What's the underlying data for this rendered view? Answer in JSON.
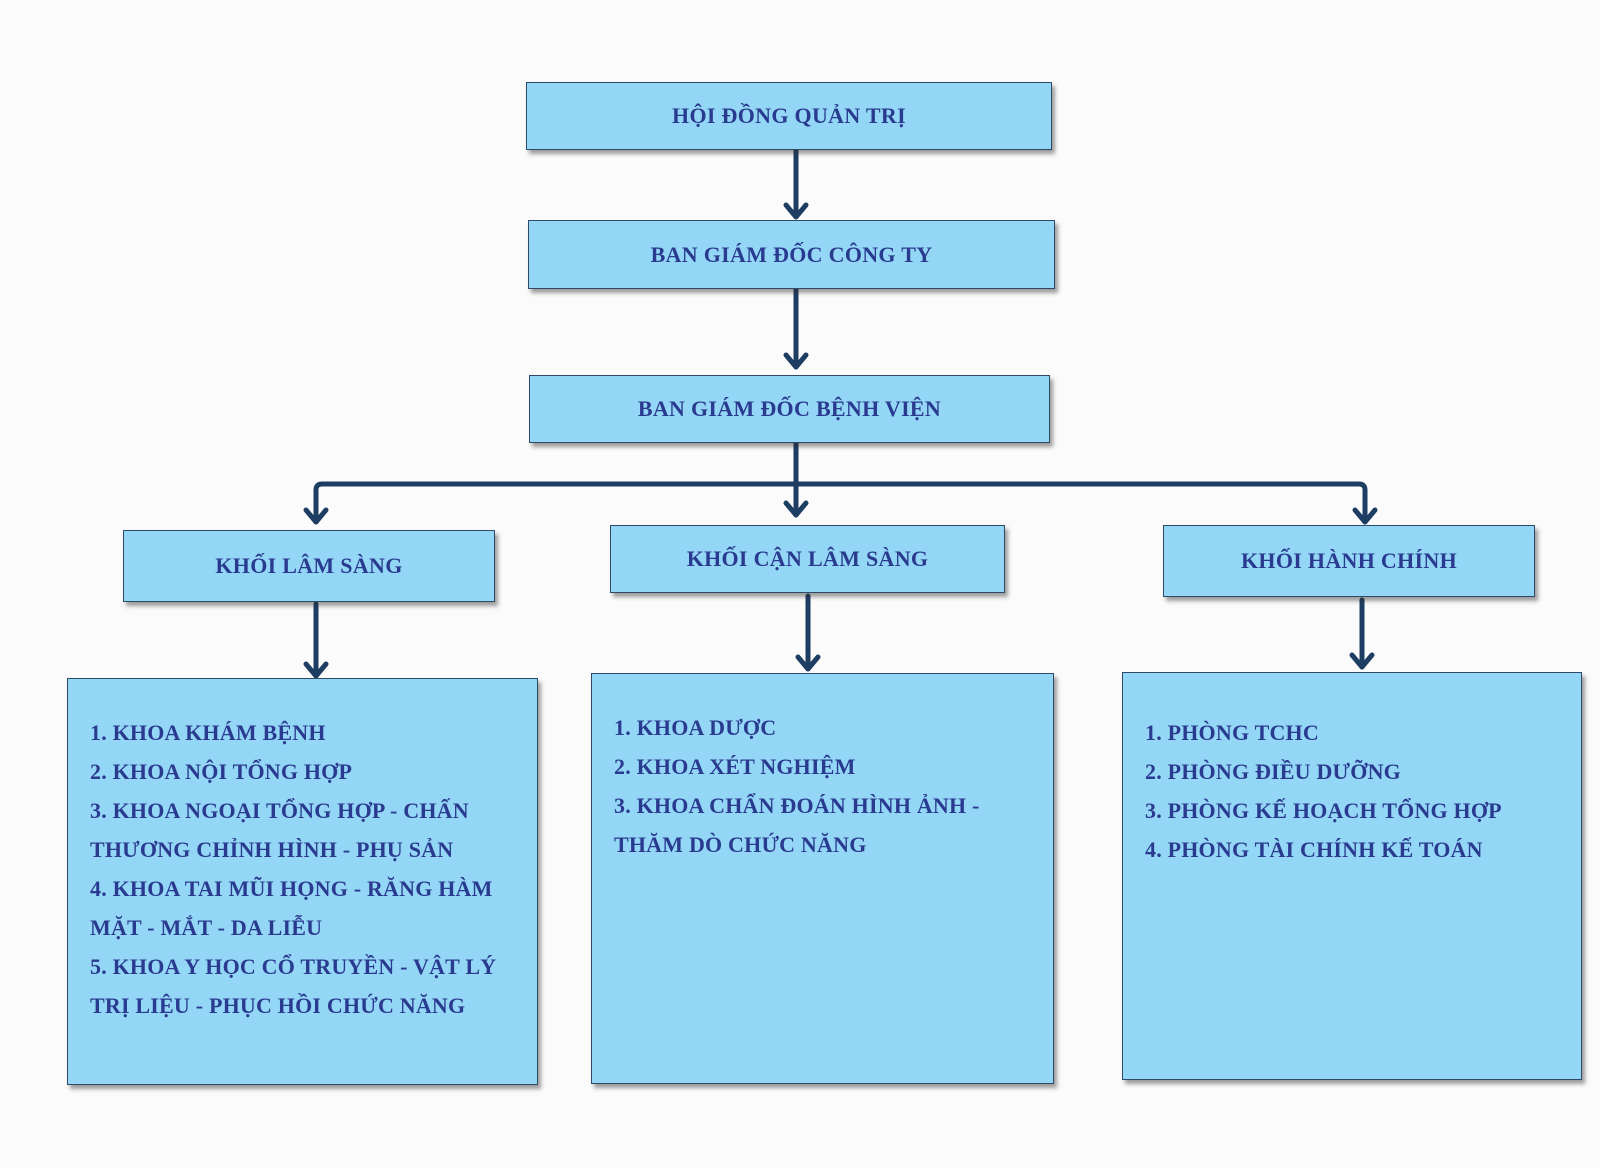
{
  "colors": {
    "box_fill": "#93d6f6",
    "box_border": "#2f4a66",
    "text": "#2a3b8f",
    "arrow": "#1e3d63",
    "background": "#fbfbfc"
  },
  "nodes": {
    "board": "HỘI ĐỒNG QUẢN TRỊ",
    "company_directors": "BAN GIÁM ĐỐC CÔNG TY",
    "hospital_directors": "BAN GIÁM ĐỐC BỆNH VIỆN"
  },
  "blocks": [
    {
      "title": "KHỐI LÂM SÀNG",
      "items": [
        "1. KHOA KHÁM BỆNH",
        "2. KHOA NỘI TỔNG HỢP",
        "3. KHOA NGOẠI TỔNG HỢP - CHẤN THƯƠNG CHỈNH HÌNH - PHỤ SẢN",
        "4. KHOA TAI MŨI HỌNG - RĂNG HÀM MẶT - MẮT - DA LIỄU",
        "5. KHOA Y HỌC CỔ TRUYỀN - VẬT LÝ TRỊ LIỆU - PHỤC HỒI CHỨC NĂNG"
      ]
    },
    {
      "title": "KHỐI CẬN LÂM SÀNG",
      "items": [
        "1. KHOA DƯỢC",
        "2. KHOA XÉT NGHIỆM",
        "3. KHOA CHẨN ĐOÁN HÌNH ẢNH - THĂM DÒ CHỨC NĂNG"
      ]
    },
    {
      "title": "KHỐI HÀNH CHÍNH",
      "items": [
        "1. PHÒNG TCHC",
        "2. PHÒNG ĐIỀU DƯỠNG",
        "3. PHÒNG KẾ HOẠCH TỔNG HỢP",
        "4. PHÒNG TÀI CHÍNH KẾ TOÁN"
      ]
    }
  ]
}
